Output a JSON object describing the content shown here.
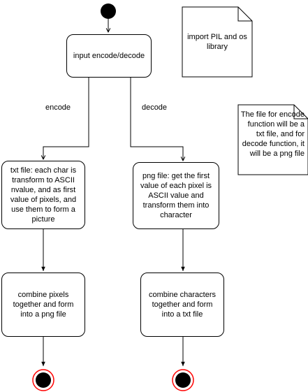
{
  "nodes": {
    "input": "input encode/decode",
    "encode_txt": "txt file: each char is transform to ASCII nvalue, and as first value of pixels, and use them to form a picture",
    "decode_png": "png file: get the first value of each pixel is ASCII value and transform them into character",
    "combine_pixels": "combine pixels together and form into a png file",
    "combine_chars": "combine characters together and form into a txt file"
  },
  "edges": {
    "encode_label": "encode",
    "decode_label": "decode"
  },
  "notes": {
    "import_note": "import PIL and os library",
    "file_note": "The file for encode function will be a txt file, and for decode function, it will be a png file"
  }
}
